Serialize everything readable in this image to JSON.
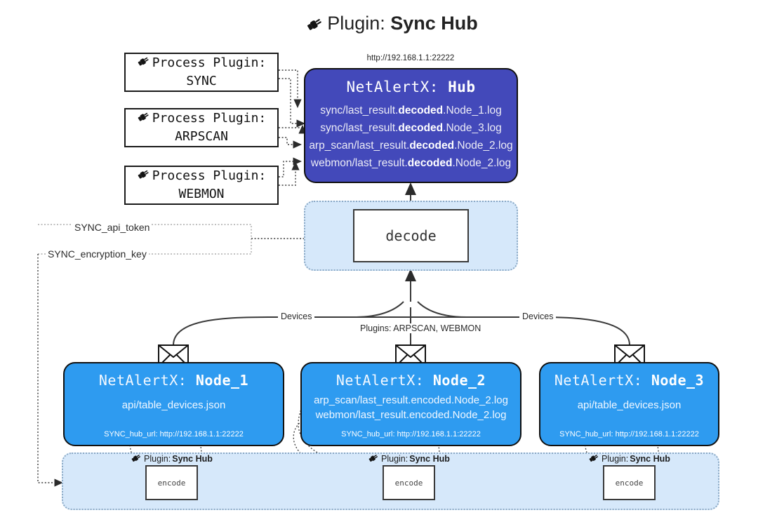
{
  "title": {
    "icon": "plug-icon",
    "prefix": "Plugin: ",
    "name": "Sync Hub"
  },
  "process_plugins": [
    {
      "icon": "plug-icon",
      "line1": "Process Plugin:",
      "line2": "SYNC"
    },
    {
      "icon": "plug-icon",
      "line1": "Process Plugin:",
      "line2": "ARPSCAN"
    },
    {
      "icon": "plug-icon",
      "line1": "Process Plugin:",
      "line2": "WEBMON"
    }
  ],
  "hub": {
    "url": "http://192.168.1.1:22222",
    "title_prefix": "NetAlertX: ",
    "title_name": "Hub",
    "logs": [
      {
        "pre": "sync/last_result.",
        "em": "decoded",
        "post": ".Node_1.log"
      },
      {
        "pre": "sync/last_result.",
        "em": "decoded",
        "post": ".Node_3.log"
      },
      {
        "pre": "arp_scan/last_result.",
        "em": "decoded",
        "post": ".Node_2.log"
      },
      {
        "pre": "webmon/last_result.",
        "em": "decoded",
        "post": ".Node_2.log"
      }
    ]
  },
  "decode": {
    "label": "decode"
  },
  "secrets": [
    {
      "label": "SYNC_api_token"
    },
    {
      "label": "SYNC_encryption_key"
    }
  ],
  "edge_labels": {
    "devices_left": "Devices",
    "devices_right": "Devices",
    "plugins_center": "Plugins: ARPSCAN, WEBMON"
  },
  "nodes": [
    {
      "icon": "envelope-icon",
      "title_prefix": "NetAlertX: ",
      "title_name": "Node_1",
      "lines": [
        "api/table_devices.json"
      ],
      "footer": "SYNC_hub_url: http://192.168.1.1:22222"
    },
    {
      "icon": "envelope-icon",
      "title_prefix": "NetAlertX: ",
      "title_name": "Node_2",
      "lines": [
        "arp_scan/last_result.encoded.Node_2.log",
        "webmon/last_result.encoded.Node_2.log"
      ],
      "footer": "SYNC_hub_url: http://192.168.1.1:22222"
    },
    {
      "icon": "envelope-icon",
      "title_prefix": "NetAlertX: ",
      "title_name": "Node_3",
      "lines": [
        "api/table_devices.json"
      ],
      "footer": "SYNC_hub_url: http://192.168.1.1:22222"
    }
  ],
  "encoders": [
    {
      "icon": "plug-icon",
      "caption_prefix": "Plugin: ",
      "caption_name": "Sync Hub",
      "label": "encode"
    },
    {
      "icon": "plug-icon",
      "caption_prefix": "Plugin: ",
      "caption_name": "Sync Hub",
      "label": "encode"
    },
    {
      "icon": "plug-icon",
      "caption_prefix": "Plugin: ",
      "caption_name": "Sync Hub",
      "label": "encode"
    }
  ],
  "colors": {
    "hub_fill": "#4349ba",
    "node_fill": "#2e9bf0",
    "container_fill": "#d6e8fa",
    "stroke": "#111111"
  }
}
